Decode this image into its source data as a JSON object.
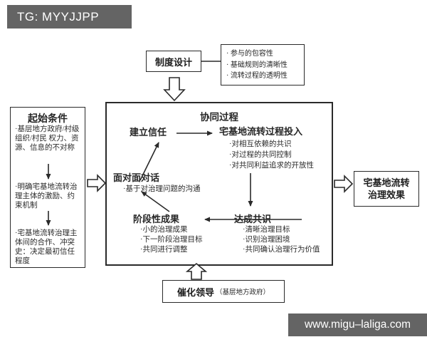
{
  "watermarks": {
    "top": "TG: MYYJJPP",
    "bottom": "www.migu–laliga.com"
  },
  "institutional_design": {
    "title": "制度设计",
    "bullets": [
      "· 参与的包容性",
      "· 基础规则的清晰性",
      "· 流转过程的透明性"
    ]
  },
  "starting_conditions": {
    "title": "起始条件",
    "items": [
      "·基层地方政府/村级组织/村民 权力、资源、信息的不对称",
      "·明确宅基地流转治理主体的激励、约束机制",
      "·宅基地流转治理主体间的合作、冲突史：决定最初信任程度"
    ]
  },
  "collaborative_process": {
    "title": "协同过程",
    "build_trust": "建立信任",
    "investment": {
      "title": "宅基地流转过程投入",
      "bullets": [
        "·对相互依赖的共识",
        "·对过程的共同控制",
        "·对共同利益追求的开放性"
      ]
    },
    "dialogue": {
      "title": "面对面对话",
      "bullets": [
        "·基于对治理问题的沟通"
      ]
    },
    "phased_outcomes": {
      "title": "阶段性成果",
      "bullets": [
        "·小的治理成果",
        "·下一阶段治理目标",
        "·共同进行调整"
      ]
    },
    "consensus": {
      "title": "达成共识",
      "bullets": [
        "·清晰治理目标",
        "·识别治理困境",
        "·共同确认治理行为价值"
      ]
    }
  },
  "governance_effect": {
    "line1": "宅基地流转",
    "line2": "治理效果"
  },
  "catalytic_leadership": {
    "title": "催化领导",
    "subtitle": "（基层地方政府）"
  },
  "colors": {
    "bar_bg": "#646464",
    "line": "#2a2a2a"
  }
}
